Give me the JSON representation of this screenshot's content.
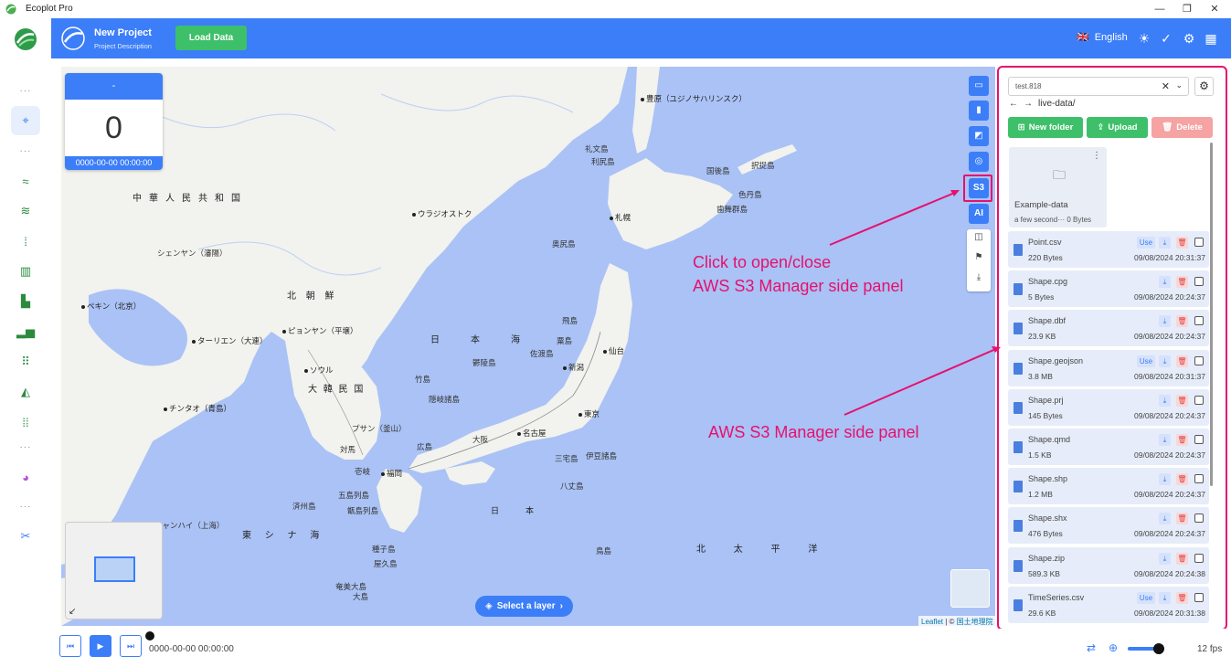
{
  "window": {
    "title": "Ecoplot Pro",
    "minimize": "—",
    "maximize": "❐",
    "close": "✕"
  },
  "rail": {
    "dots": "···",
    "items": [
      "map-pin",
      "line-chart",
      "line-chart-2",
      "scatter-chart",
      "bar-chart",
      "bar-chart-2",
      "bar-chart-3",
      "dot-grid",
      "area-chart",
      "dot-chart",
      "pie-chart",
      "tools"
    ]
  },
  "header": {
    "project_name": "New Project",
    "project_description": "Project Description",
    "load_data": "Load Data",
    "language": "English",
    "flag": "🇬🇧"
  },
  "counter": {
    "label": "-",
    "value": "0",
    "timestamp": "0000-00-00 00:00:00"
  },
  "map": {
    "countries": {
      "china": "中華人民共和国",
      "north_korea": "北 朝 鮮",
      "korea": "大 韓 民 国"
    },
    "seas": {
      "japan_sea": "日　本　海",
      "east_china_sea": "東 シ ナ 海",
      "pacific": "北 太 平 洋",
      "japan": "日　本"
    },
    "cities": {
      "toyohara": "豊原（ユジノサハリンスク）",
      "vladivostok": "ウラジオストク",
      "sapporo": "札幌",
      "shenyang": "シェンヤン（瀋陽）",
      "beijing": "ペキン（北京）",
      "pyongyang": "ピョンヤン（平壌）",
      "dalian": "ターリエン（大連）",
      "seoul": "ソウル",
      "qingdao": "チンタオ（青島）",
      "busan": "プサン（釜山）",
      "sendai": "仙台",
      "niigata": "新潟",
      "tokyo": "東京",
      "nagoya": "名古屋",
      "osaka": "大阪",
      "hiroshima": "広島",
      "fukuoka": "福岡",
      "shanghai": "シャンハイ（上海）"
    },
    "islands": {
      "rishiri": "礼文島",
      "rishiri2": "利尻島",
      "kunashiri": "国後島",
      "etorofu": "択捉島",
      "shikotan": "色丹島",
      "habomai": "歯舞群島",
      "okushiri": "奥尻島",
      "tobishima": "飛島",
      "sado": "佐渡島",
      "awashima": "粟島",
      "takeshima": "竹島",
      "okinoshima": "隠岐諸島",
      "ulleung": "鬱陵島",
      "jeju": "済州島",
      "tsushima": "対馬",
      "iki": "壱岐",
      "goto": "五島列島",
      "koshiki": "甑島列島",
      "tanegashima": "種子島",
      "yakushima": "屋久島",
      "amami": "奄美大島",
      "oshima": "大島",
      "miyake": "三宅島",
      "hachijo": "八丈島",
      "izu": "伊豆諸島",
      "torishima": "鳥島"
    },
    "select_layer": "Select a layer",
    "attribution_leaflet": "Leaflet",
    "attribution_sep": " | © ",
    "attribution_gsi": "国土地理院"
  },
  "map_toolbar": {
    "s3": "S3",
    "ai": "AI"
  },
  "annotations": {
    "s3_line1": "Click to open/close",
    "s3_line2": "AWS S3 Manager side panel",
    "panel": "AWS S3 Manager side panel",
    "color": "#e6116e"
  },
  "s3_panel": {
    "bucket": "test.818",
    "path": "live-data/",
    "new_folder": "New folder",
    "upload": "Upload",
    "delete": "Delete",
    "folder": {
      "name": "Example-data",
      "meta": "a few second··· 0 Bytes"
    },
    "use_label": "Use",
    "files": [
      {
        "name": "Point.csv",
        "size": "220 Bytes",
        "date": "09/08/2024 20:31:37",
        "use": true
      },
      {
        "name": "Shape.cpg",
        "size": "5 Bytes",
        "date": "09/08/2024 20:24:37",
        "use": false
      },
      {
        "name": "Shape.dbf",
        "size": "23.9 KB",
        "date": "09/08/2024 20:24:37",
        "use": false
      },
      {
        "name": "Shape.geojson",
        "size": "3.8 MB",
        "date": "09/08/2024 20:31:37",
        "use": true
      },
      {
        "name": "Shape.prj",
        "size": "145 Bytes",
        "date": "09/08/2024 20:24:37",
        "use": false
      },
      {
        "name": "Shape.qmd",
        "size": "1.5 KB",
        "date": "09/08/2024 20:24:37",
        "use": false
      },
      {
        "name": "Shape.shp",
        "size": "1.2 MB",
        "date": "09/08/2024 20:24:37",
        "use": false
      },
      {
        "name": "Shape.shx",
        "size": "476 Bytes",
        "date": "09/08/2024 20:24:37",
        "use": false
      },
      {
        "name": "Shape.zip",
        "size": "589.3 KB",
        "date": "09/08/2024 20:24:38",
        "use": false
      },
      {
        "name": "TimeSeries.csv",
        "size": "29.6 KB",
        "date": "09/08/2024 20:31:38",
        "use": true
      }
    ]
  },
  "player": {
    "time": "0000-00-00 00:00:00",
    "fps": "12 fps"
  },
  "colors": {
    "primary": "#3b7ef8",
    "green": "#3ec06a",
    "red": "#f08c8c",
    "sea": "#aac2f5",
    "land": "#f2f2ee"
  }
}
